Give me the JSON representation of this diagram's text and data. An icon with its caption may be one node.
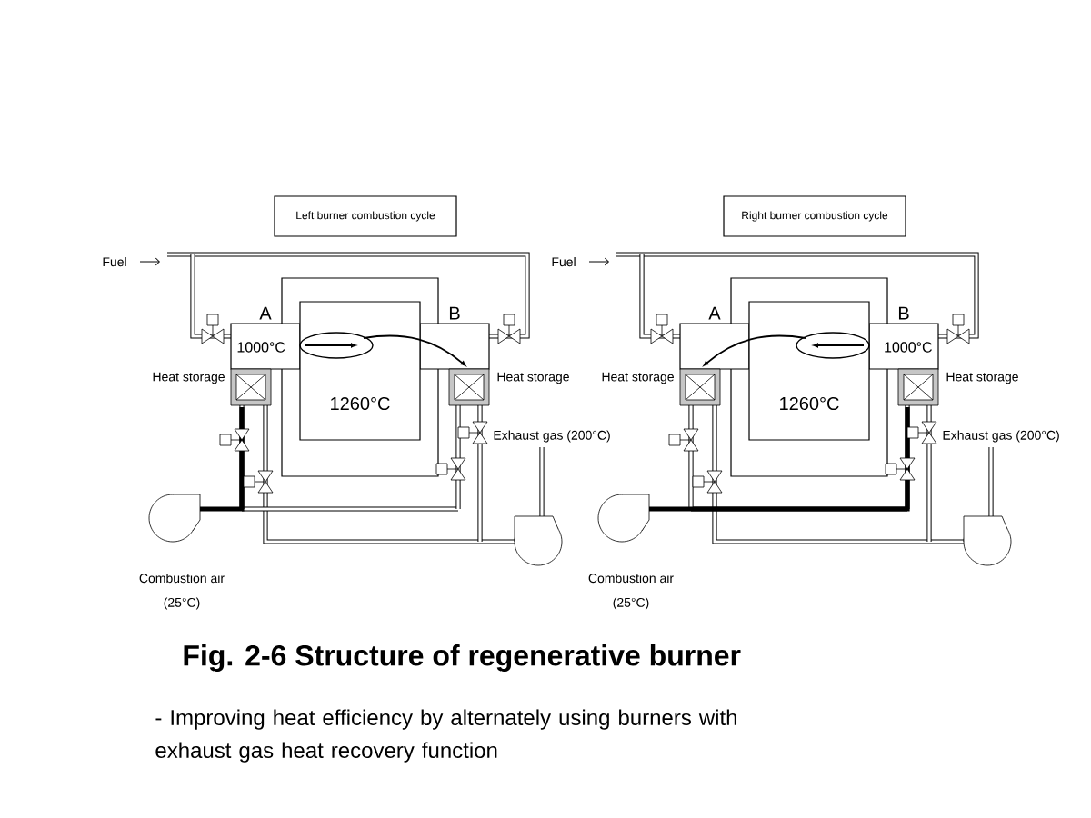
{
  "diagram": {
    "title": "Fig. 2-6 Structure of regenerative burner",
    "caption": "- Improving heat efficiency by alternately using burners with exhaust gas heat recovery function",
    "nodes": [
      {
        "text": [
          "Left burner combustion cycle"
        ]
      },
      {
        "text": [
          "Right burner combustion cycle"
        ]
      }
    ],
    "edges": [],
    "labels": [
      "Fuel",
      "A",
      "B",
      "1000°C",
      "Heat storage",
      "1260°C",
      "Heat storage",
      "Exhaust gas (200°C)",
      "Combustion air",
      "(25°C)",
      "Fuel",
      "A",
      "B",
      "1000°C",
      "Heat storage",
      "1260°C",
      "Heat storage",
      "Exhaust gas (200°C)",
      "Combustion air",
      "(25°C)"
    ]
  }
}
